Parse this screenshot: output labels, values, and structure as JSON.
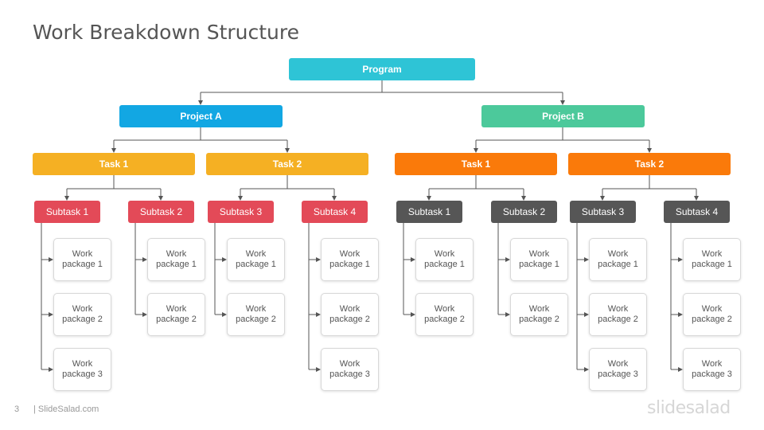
{
  "slide": {
    "title": "Work Breakdown Structure",
    "number": "3",
    "footer": "| SlideSalad.com",
    "brand": "slidesalad"
  },
  "colors": {
    "program": "#2ec4d6",
    "projectA": "#12a7e3",
    "projectB": "#4cc99b",
    "taskA": "#f5b023",
    "taskB": "#fa7a0a",
    "subtaskA": "#e34a58",
    "subtaskB": "#565656",
    "connector": "#555555"
  },
  "program": {
    "label": "Program"
  },
  "projects": [
    {
      "label": "Project A",
      "tasks": [
        {
          "label": "Task 1",
          "subtasks": [
            {
              "label": "Subtask 1",
              "packages": [
                "Work package 1",
                "Work package 2",
                "Work package 3"
              ]
            },
            {
              "label": "Subtask 2",
              "packages": [
                "Work package 1",
                "Work package 2"
              ]
            }
          ]
        },
        {
          "label": "Task 2",
          "subtasks": [
            {
              "label": "Subtask 3",
              "packages": [
                "Work package 1",
                "Work package 2"
              ]
            },
            {
              "label": "Subtask 4",
              "packages": [
                "Work package 1",
                "Work package 2",
                "Work package 3"
              ]
            }
          ]
        }
      ]
    },
    {
      "label": "Project B",
      "tasks": [
        {
          "label": "Task 1",
          "subtasks": [
            {
              "label": "Subtask 1",
              "packages": [
                "Work package 1",
                "Work package 2"
              ]
            },
            {
              "label": "Subtask 2",
              "packages": [
                "Work package 1",
                "Work package 2"
              ]
            }
          ]
        },
        {
          "label": "Task 2",
          "subtasks": [
            {
              "label": "Subtask 3",
              "packages": [
                "Work package 1",
                "Work package 2",
                "Work package 3"
              ]
            },
            {
              "label": "Subtask 4",
              "packages": [
                "Work package 1",
                "Work package 2",
                "Work package 3"
              ]
            }
          ]
        }
      ]
    }
  ]
}
